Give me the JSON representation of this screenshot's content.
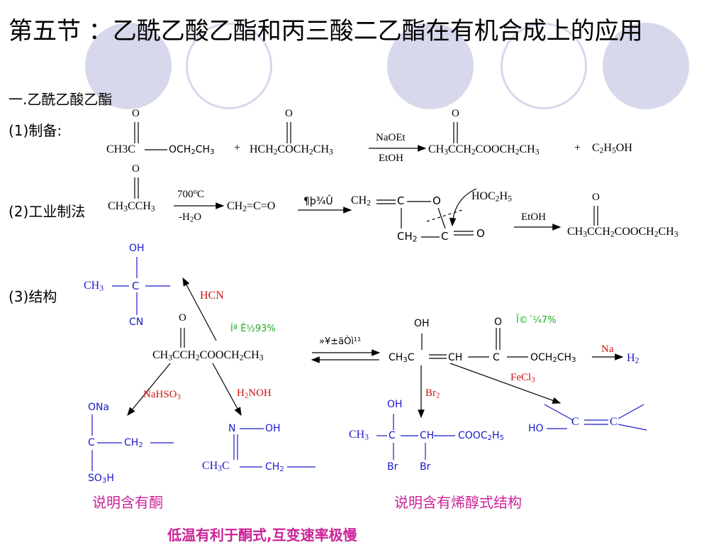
{
  "title": "第五节 ：乙酰乙酸乙酯和丙三酸二乙酯在有机合成上的应用",
  "section": "一.乙酰乙酸乙酯",
  "labels": {
    "prep": "(1)制备:",
    "industrial": "(2)工业制法",
    "structure": "(3)结构"
  },
  "reaction1": {
    "oxygen": "O",
    "reagent_top": "NaOEt",
    "reagent_bottom": "EtOH",
    "plus": "+"
  },
  "reaction2": {
    "oxygen": "O",
    "acetone": "CH3CCH3",
    "cond_top": "700°C",
    "cond_bottom": "-H2O",
    "garbled": "¶þ¾Û",
    "ethoxy": "HOC2H5",
    "etoh": "EtOH"
  },
  "structure": {
    "hcn": "HCN",
    "oh": "OH",
    "cn": "CN",
    "keto_pct": "Íª Ê½93%",
    "enol_pct": "Ï©´¼7%",
    "equil": "»¥±äÒì¹¹",
    "na": "Na",
    "h2": "H2",
    "fecl3": "FeCl3",
    "br2": "Br2",
    "nahso3": "NaHSO3",
    "h2noh": "H2NOH",
    "ona": "ONa",
    "br": "Br",
    "ho": "HO"
  },
  "notes": {
    "ketone": "说明含有酮",
    "enol": "说明含有烯醇式结构",
    "footer": "低温有利于酮式,互变速率极慢"
  },
  "colors": {
    "blue": "#1a1acc",
    "red": "#cc1111",
    "green": "#22aa22",
    "magenta": "#cc2299",
    "circle_fill": "#d8d8ec",
    "circle_ring": "#d8d8ec"
  }
}
